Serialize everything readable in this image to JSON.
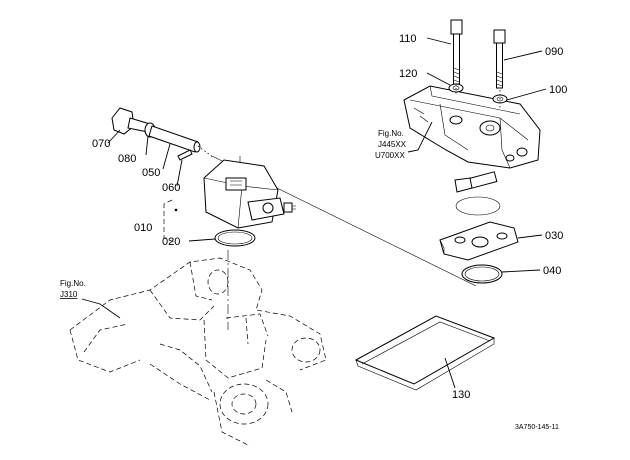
{
  "diagram": {
    "callouts": {
      "p110": "110",
      "p090": "090",
      "p120": "120",
      "p100": "100",
      "p070": "070",
      "p080": "080",
      "p050": "050",
      "p060": "060",
      "p010": "010",
      "p020": "020",
      "p030": "030",
      "p040": "040",
      "p130": "130"
    },
    "fig_ref_right": {
      "line1": "Fig.No.",
      "line2": "J445XX",
      "line3": "U700XX"
    },
    "fig_ref_left": {
      "line1": "Fig.No.",
      "line2": "J310"
    },
    "drawing_code": "3A750-145-11"
  }
}
